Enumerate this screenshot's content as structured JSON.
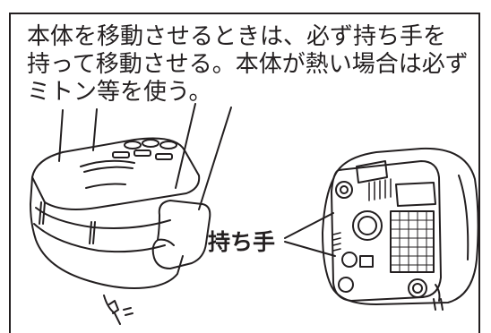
{
  "caption": {
    "line1": "本体を移動させるときは、必ず持ち手を",
    "line2": "持って移動させる。本体が熱い場合は必ず",
    "line3": "ミトン等を使う。"
  },
  "callout_label": "持ち手",
  "colors": {
    "ink": "#231f20",
    "background": "#ffffff"
  }
}
